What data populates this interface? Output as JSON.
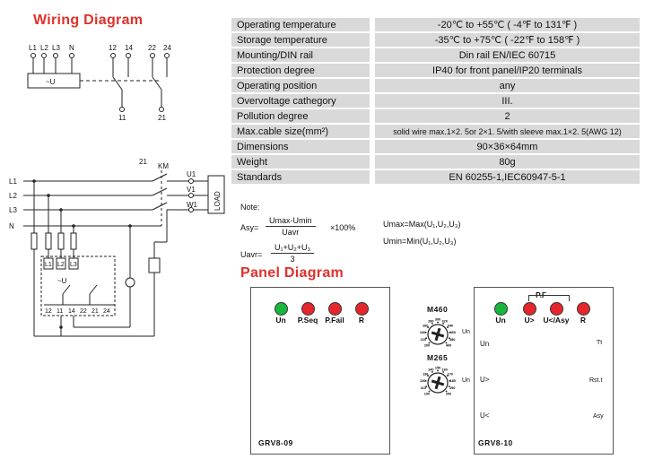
{
  "titles": {
    "wiring": "Wiring Diagram",
    "panel": "Panel Diagram"
  },
  "specs": [
    {
      "label": "Operating temperature",
      "value": "-20℃ to +55℃ ( -4℉ to 131℉ )"
    },
    {
      "label": "Storage temperature",
      "value": "-35℃ to +75℃ ( -22℉ to 158℉ )"
    },
    {
      "label": "Mounting/DIN rail",
      "value": "Din rail EN/IEC 60715"
    },
    {
      "label": "Protection degree",
      "value": "IP40 for front panel/IP20 terminals"
    },
    {
      "label": "Operating position",
      "value": "any"
    },
    {
      "label": "Overvoltage cathegory",
      "value": "III."
    },
    {
      "label": "Pollution degree",
      "value": "2"
    },
    {
      "label": "Max.cable size(mm²)",
      "value": "solid wire max.1×2. 5or 2×1. 5/with sleeve max.1×2. 5(AWG 12)"
    },
    {
      "label": "Dimensions",
      "value": "90×36×64mm"
    },
    {
      "label": "Weight",
      "value": "80g"
    },
    {
      "label": "Standards",
      "value": "EN 60255-1,IEC60947-5-1"
    }
  ],
  "formulas": {
    "note": "Note:",
    "asy_lhs": "Asy=",
    "asy_num": "Umax-Umin",
    "asy_den": "Uavr",
    "asy_tail": "×100%",
    "uavr_lhs": "Uavr=",
    "uavr_num": "U₁+U₂+U₃",
    "uavr_den": "3",
    "umax": "Umax=Max(U₁,U₂,U₃)",
    "umin": "Umin=Min(U₁,U₂,U₃)"
  },
  "wiring": {
    "top_terminals": [
      "L1",
      "L2",
      "L3",
      "N"
    ],
    "top_relay_terminals": [
      "12",
      "14",
      "22",
      "24"
    ],
    "bottom_relay_terminals": [
      "11",
      "21"
    ],
    "unit_label": "~U",
    "lines": [
      "L1",
      "L2",
      "L3",
      "N"
    ],
    "contact_label": "21",
    "km": "KM",
    "motor_terminals": [
      "U1",
      "V1",
      "W1"
    ],
    "load": "LOAD",
    "module_inputs": [
      "L1",
      "L2",
      "L3"
    ],
    "module_unit": "~U",
    "module_terminals": [
      "12",
      "11",
      "14",
      "22",
      "21",
      "24"
    ]
  },
  "panel_09": {
    "model": "GRV8-09",
    "leds": [
      {
        "label": "Un",
        "color": "#18b63c"
      },
      {
        "label": "P.Seq",
        "color": "#e5262c"
      },
      {
        "label": "P.Fail",
        "color": "#e5262c"
      },
      {
        "label": "R",
        "color": "#e5262c"
      }
    ]
  },
  "dials": {
    "m460": {
      "title": "M460",
      "side": "Un",
      "scale": [
        "200",
        "220",
        "240",
        "260",
        "280",
        "300",
        "320",
        "340",
        "360",
        "380",
        "400"
      ]
    },
    "m265": {
      "title": "M265",
      "side": "Un",
      "scale": [
        "100",
        "110",
        "120",
        "130",
        "140",
        "150",
        "160",
        "170",
        "180",
        "190",
        "200"
      ]
    }
  },
  "panel_10": {
    "model": "GRV8-10",
    "group": "P.F",
    "leds": [
      {
        "label": "Un",
        "color": "#18b63c"
      },
      {
        "label": "U>",
        "color": "#e5262c"
      },
      {
        "label": "U</Asy",
        "color": "#e5262c"
      },
      {
        "label": "R",
        "color": "#e5262c"
      }
    ],
    "knobs_left": [
      "Un",
      "U>",
      "U<"
    ],
    "knobs_right": [
      "Tt",
      "Rst.t",
      "Asy"
    ]
  }
}
